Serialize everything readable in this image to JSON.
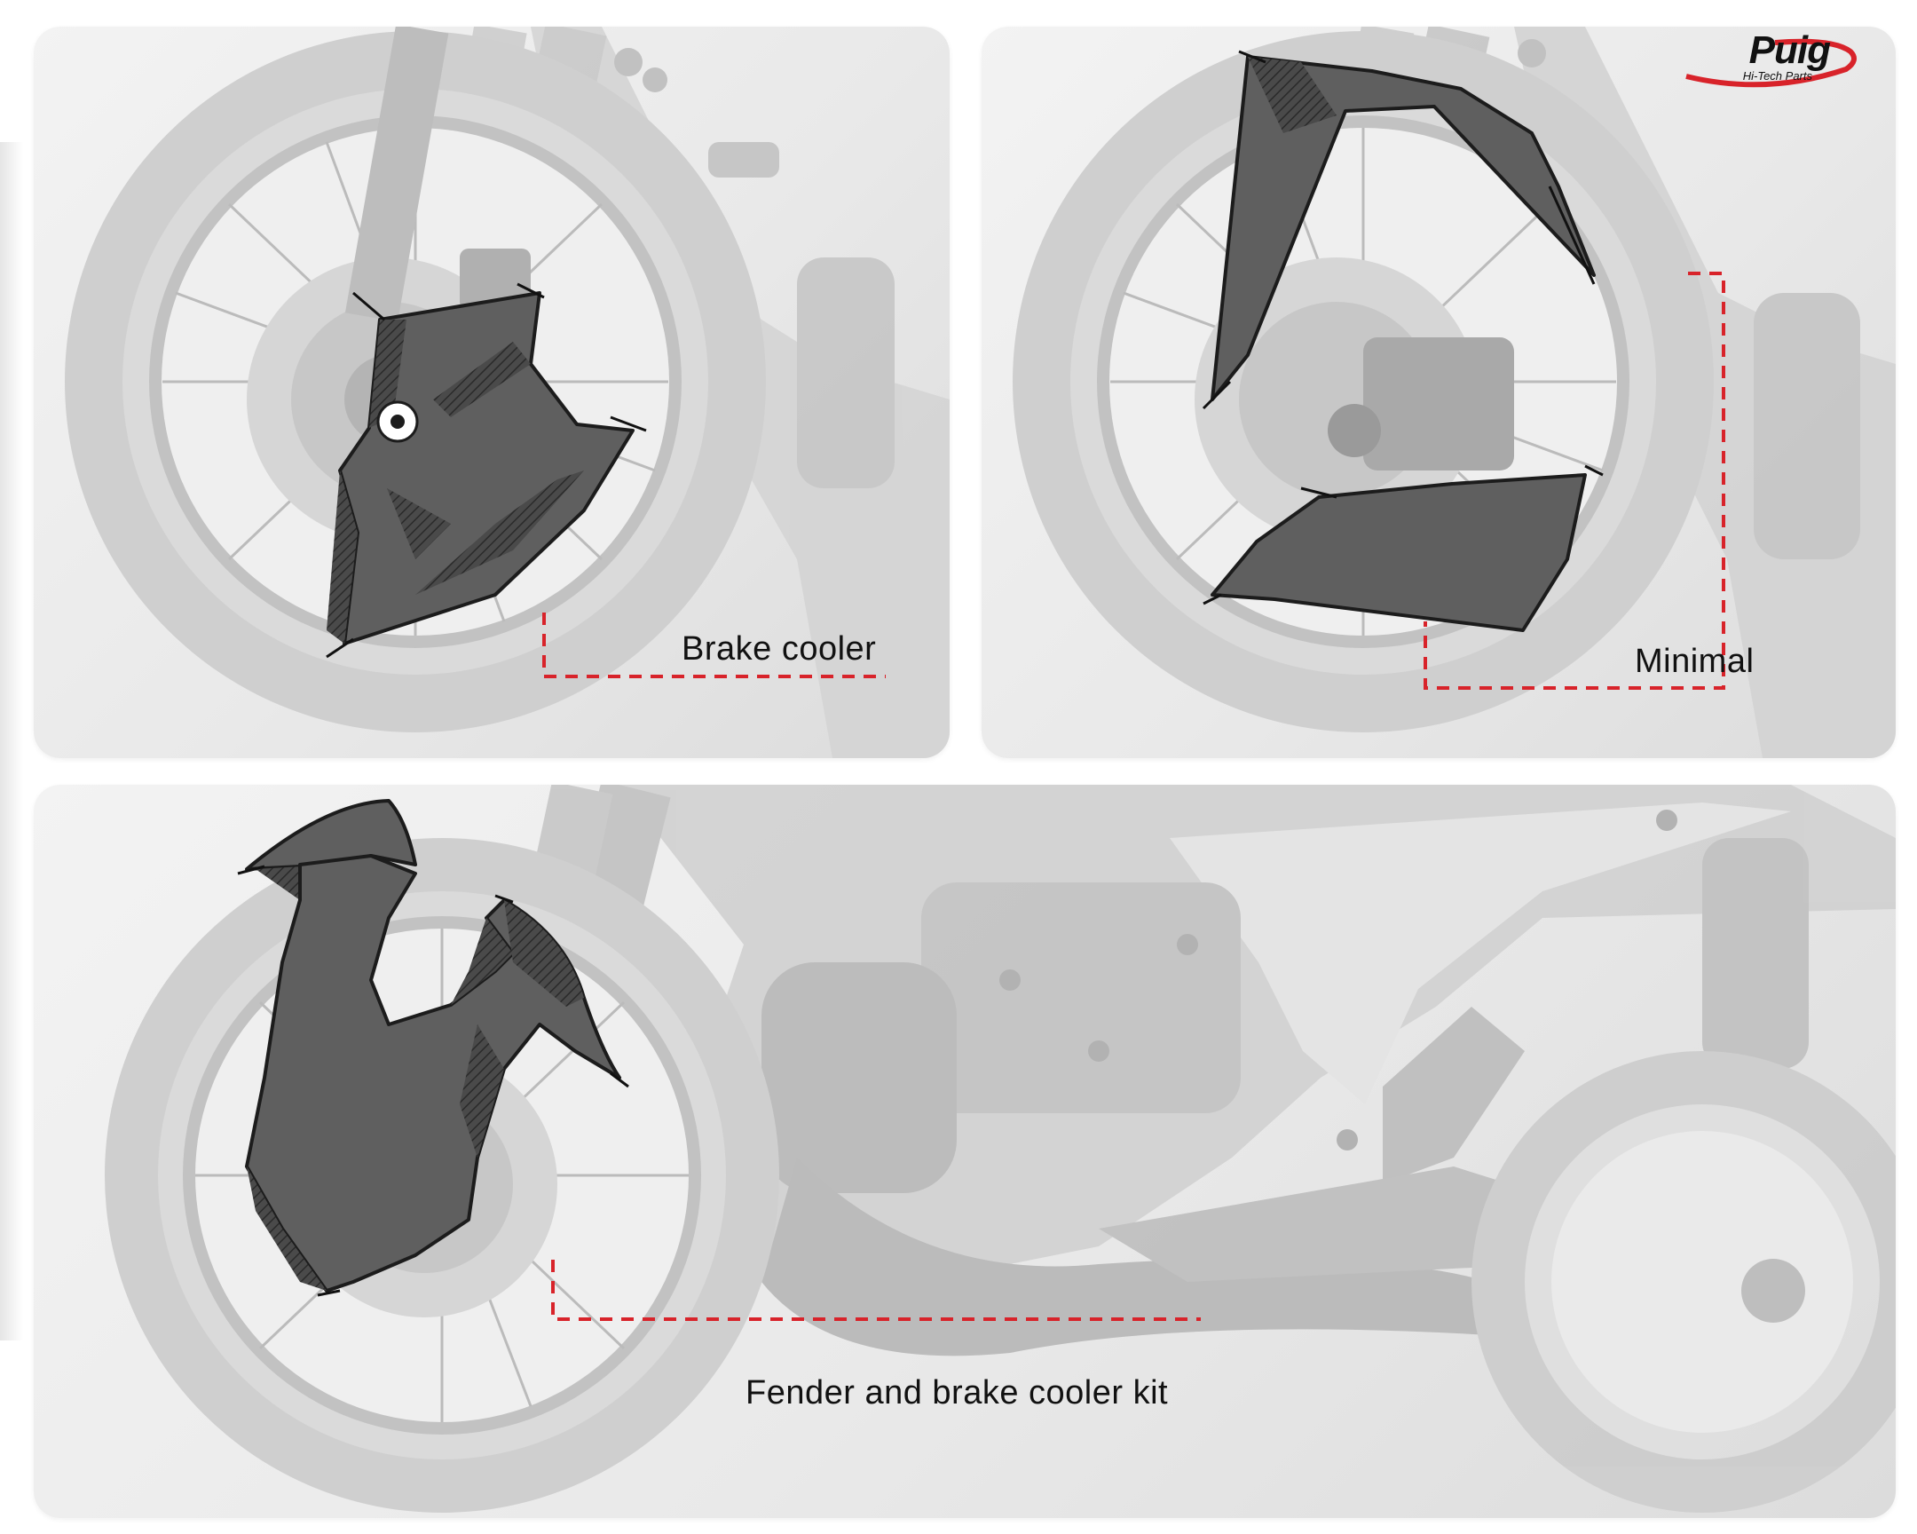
{
  "brand": {
    "name": "Puig",
    "tagline": "Hi-Tech Parts",
    "accent_color": "#d8232a"
  },
  "panels": [
    {
      "id": "brake-cooler",
      "label": "Brake cooler"
    },
    {
      "id": "minimal",
      "label": "Minimal"
    },
    {
      "id": "fender-kit",
      "label": "Fender and brake cooler kit"
    }
  ],
  "colors": {
    "part_fill": "#5f5f5f",
    "part_outline": "#1c1c1c",
    "faded_bike": "#c9c9c9",
    "callout_line": "#d8232a"
  }
}
